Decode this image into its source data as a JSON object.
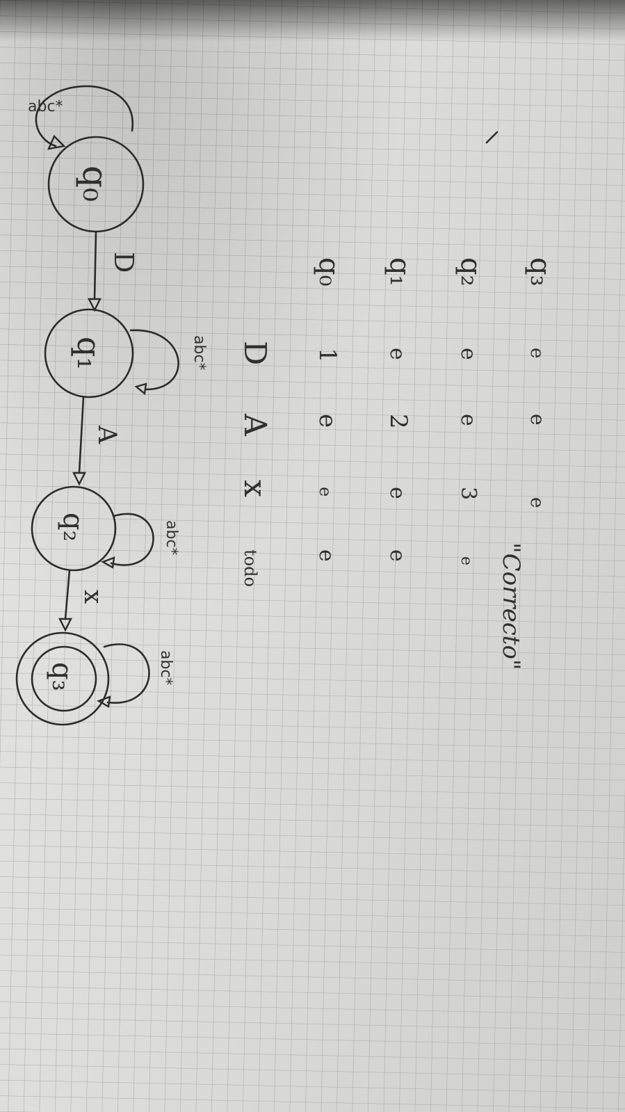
{
  "diagram": {
    "states": [
      {
        "id": "q0",
        "label": "q₀",
        "accepting": false
      },
      {
        "id": "q1",
        "label": "q₁",
        "accepting": false
      },
      {
        "id": "q2",
        "label": "q₂",
        "accepting": false
      },
      {
        "id": "q3",
        "label": "q₃",
        "accepting": true
      }
    ],
    "transitions": [
      {
        "from": "q0",
        "to": "q1",
        "label": "D"
      },
      {
        "from": "q1",
        "to": "q2",
        "label": "A"
      },
      {
        "from": "q2",
        "to": "q3",
        "label": "x"
      }
    ],
    "self_loops": [
      {
        "state": "q0",
        "label": "abc*"
      },
      {
        "state": "q1",
        "label": "abc*"
      },
      {
        "state": "q2",
        "label": "abc*"
      },
      {
        "state": "q3",
        "label": "abc*"
      }
    ]
  },
  "table": {
    "headers": [
      "",
      "D",
      "A",
      "x",
      "todo"
    ],
    "rows": [
      [
        "q₀",
        "1",
        "e",
        "e",
        "e"
      ],
      [
        "q₁",
        "e",
        "2",
        "e",
        "e"
      ],
      [
        "q₂",
        "e",
        "e",
        "3",
        "e"
      ],
      [
        "q₃",
        "e",
        "e",
        "e",
        ""
      ]
    ]
  },
  "note": "\"Correcto\""
}
